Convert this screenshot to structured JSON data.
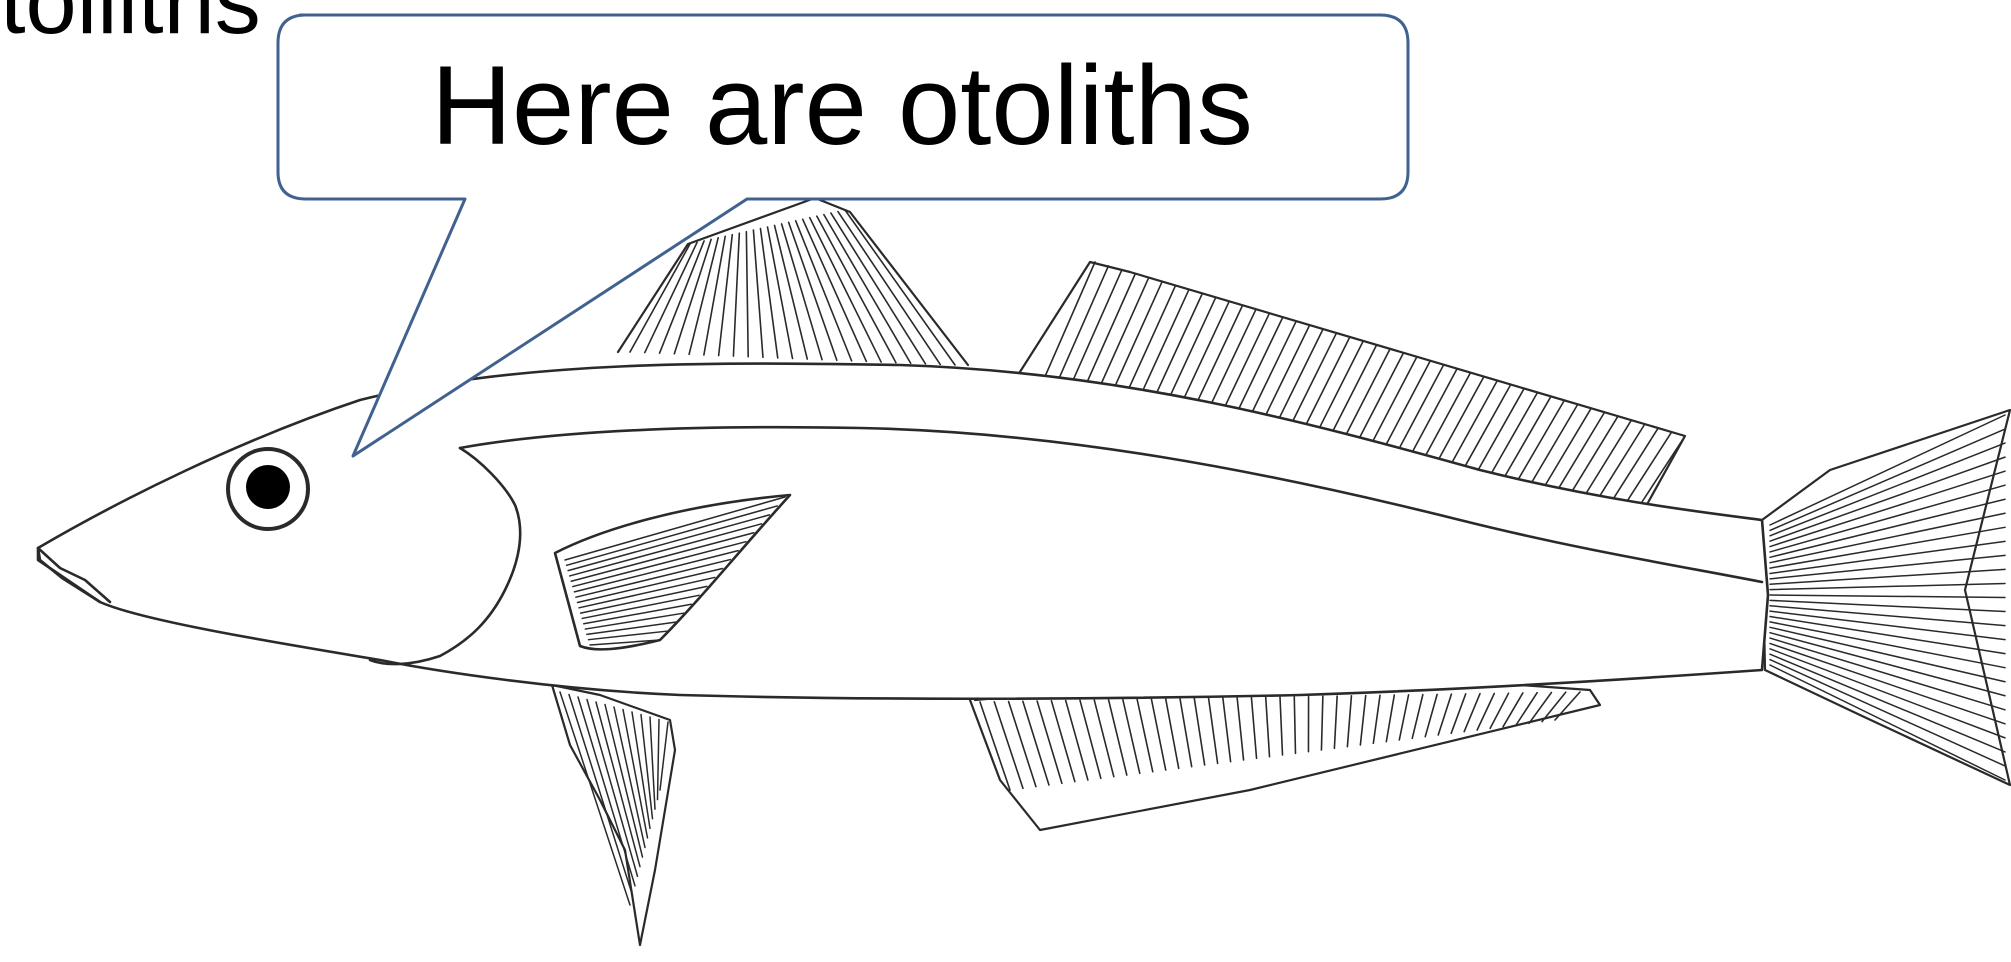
{
  "slide": {
    "title_fragment": "tolliths",
    "callout_text": "Here are otoliths"
  },
  "illustration": {
    "subject": "fish line drawing",
    "stroke_color": "#2a2a2a",
    "background_color": "#ffffff"
  },
  "callout": {
    "fill_color": "#ffffff",
    "border_color": "#41618f",
    "points_to": "otolith location behind the eye"
  }
}
